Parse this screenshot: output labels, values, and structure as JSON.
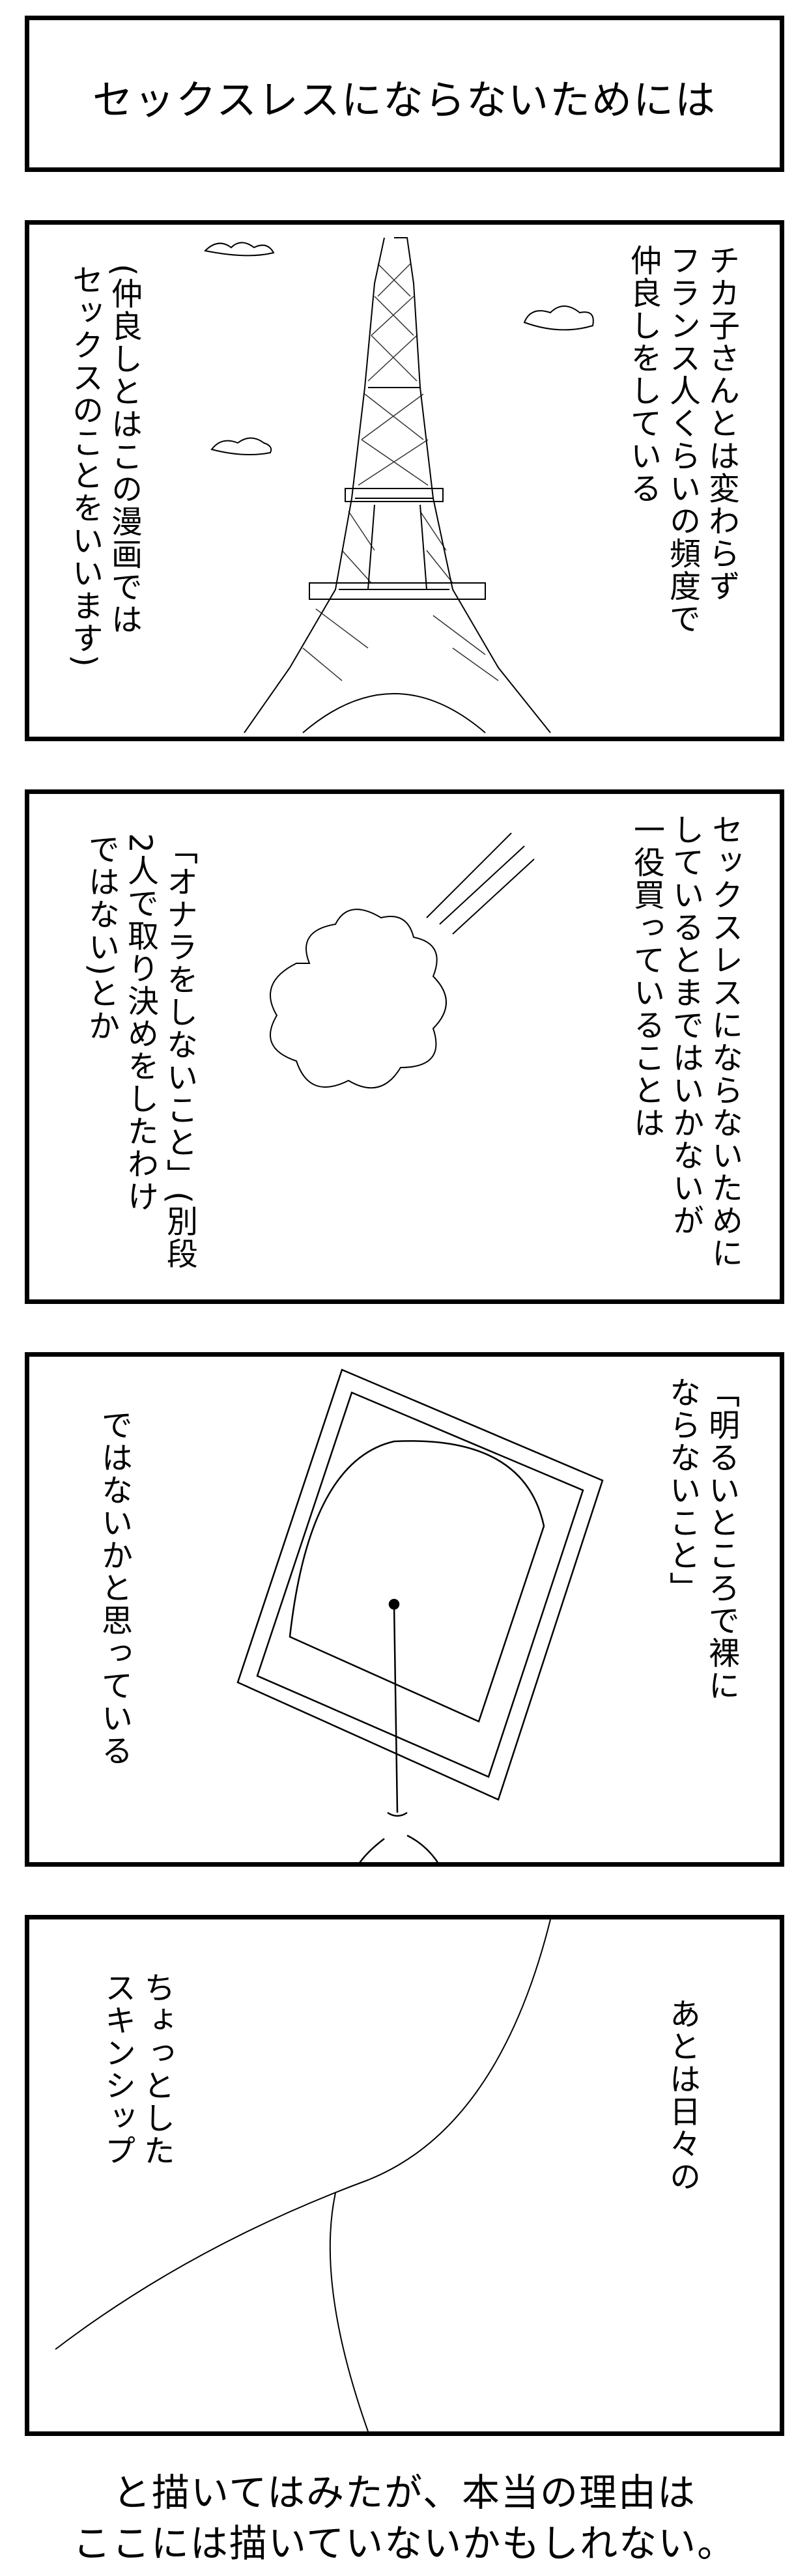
{
  "title": "セックスレスにならないためには",
  "panels": [
    {
      "text_right": "チカ子さんとは変わらず\nフランス人くらいの頻度で\n仲良しをしている",
      "text_left": "(仲良しとはこの漫画では\nセックスのことをいいます)"
    },
    {
      "text_right": "セックスレスにならないために\nしているとまではいかないが\n一役買っていることは",
      "text_left": "「オナラをしないこと」(別段\n2人で取り決めをしたわけ\nではない)とか"
    },
    {
      "text_right": "「明るいところで裸に\nならないこと」",
      "text_left": "ではないかと思っている"
    },
    {
      "text_right": "あとは日々の",
      "text_left": "ちょっとした\nスキンシップ"
    }
  ],
  "caption": {
    "line1": "と描いてはみたが、本当の理由は",
    "line2": "ここには描いていないかもしれない。"
  }
}
